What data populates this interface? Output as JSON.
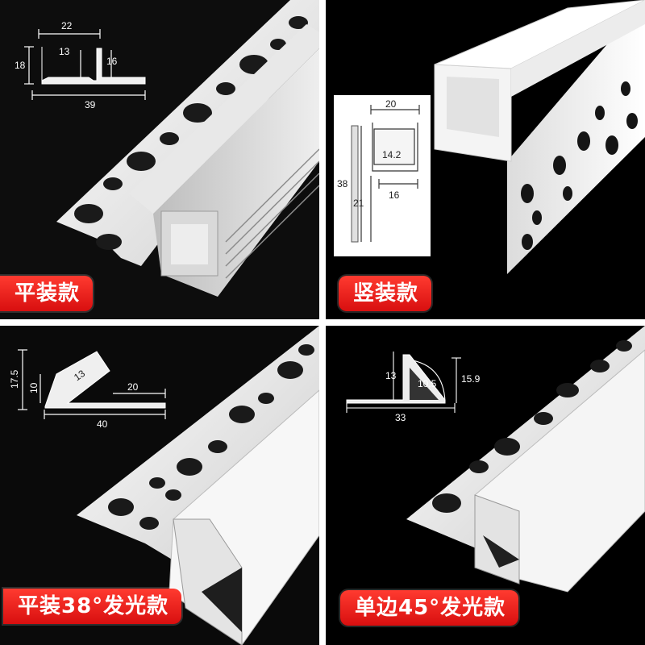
{
  "panels": [
    {
      "label": "平装款",
      "dims": {
        "top": "22",
        "inner": "13",
        "left": "18",
        "right": "16",
        "bottom": "39"
      }
    },
    {
      "label": "竖装款",
      "dims": {
        "top": "20",
        "inner": "14.2",
        "left": "38",
        "lower_left": "21",
        "bottom": "16"
      }
    },
    {
      "label": "平装38°发光款",
      "dims": {
        "outer_left": "17.5",
        "inner_left": "10",
        "diag": "13",
        "right": "20",
        "bottom": "40"
      }
    },
    {
      "label": "单边45°发光款",
      "dims": {
        "left": "13",
        "inner": "10.5",
        "right": "15.9",
        "bottom": "33"
      }
    }
  ],
  "colors": {
    "badge": "#e31b1b",
    "background": "#000000",
    "profile": "#f2f2f2"
  }
}
